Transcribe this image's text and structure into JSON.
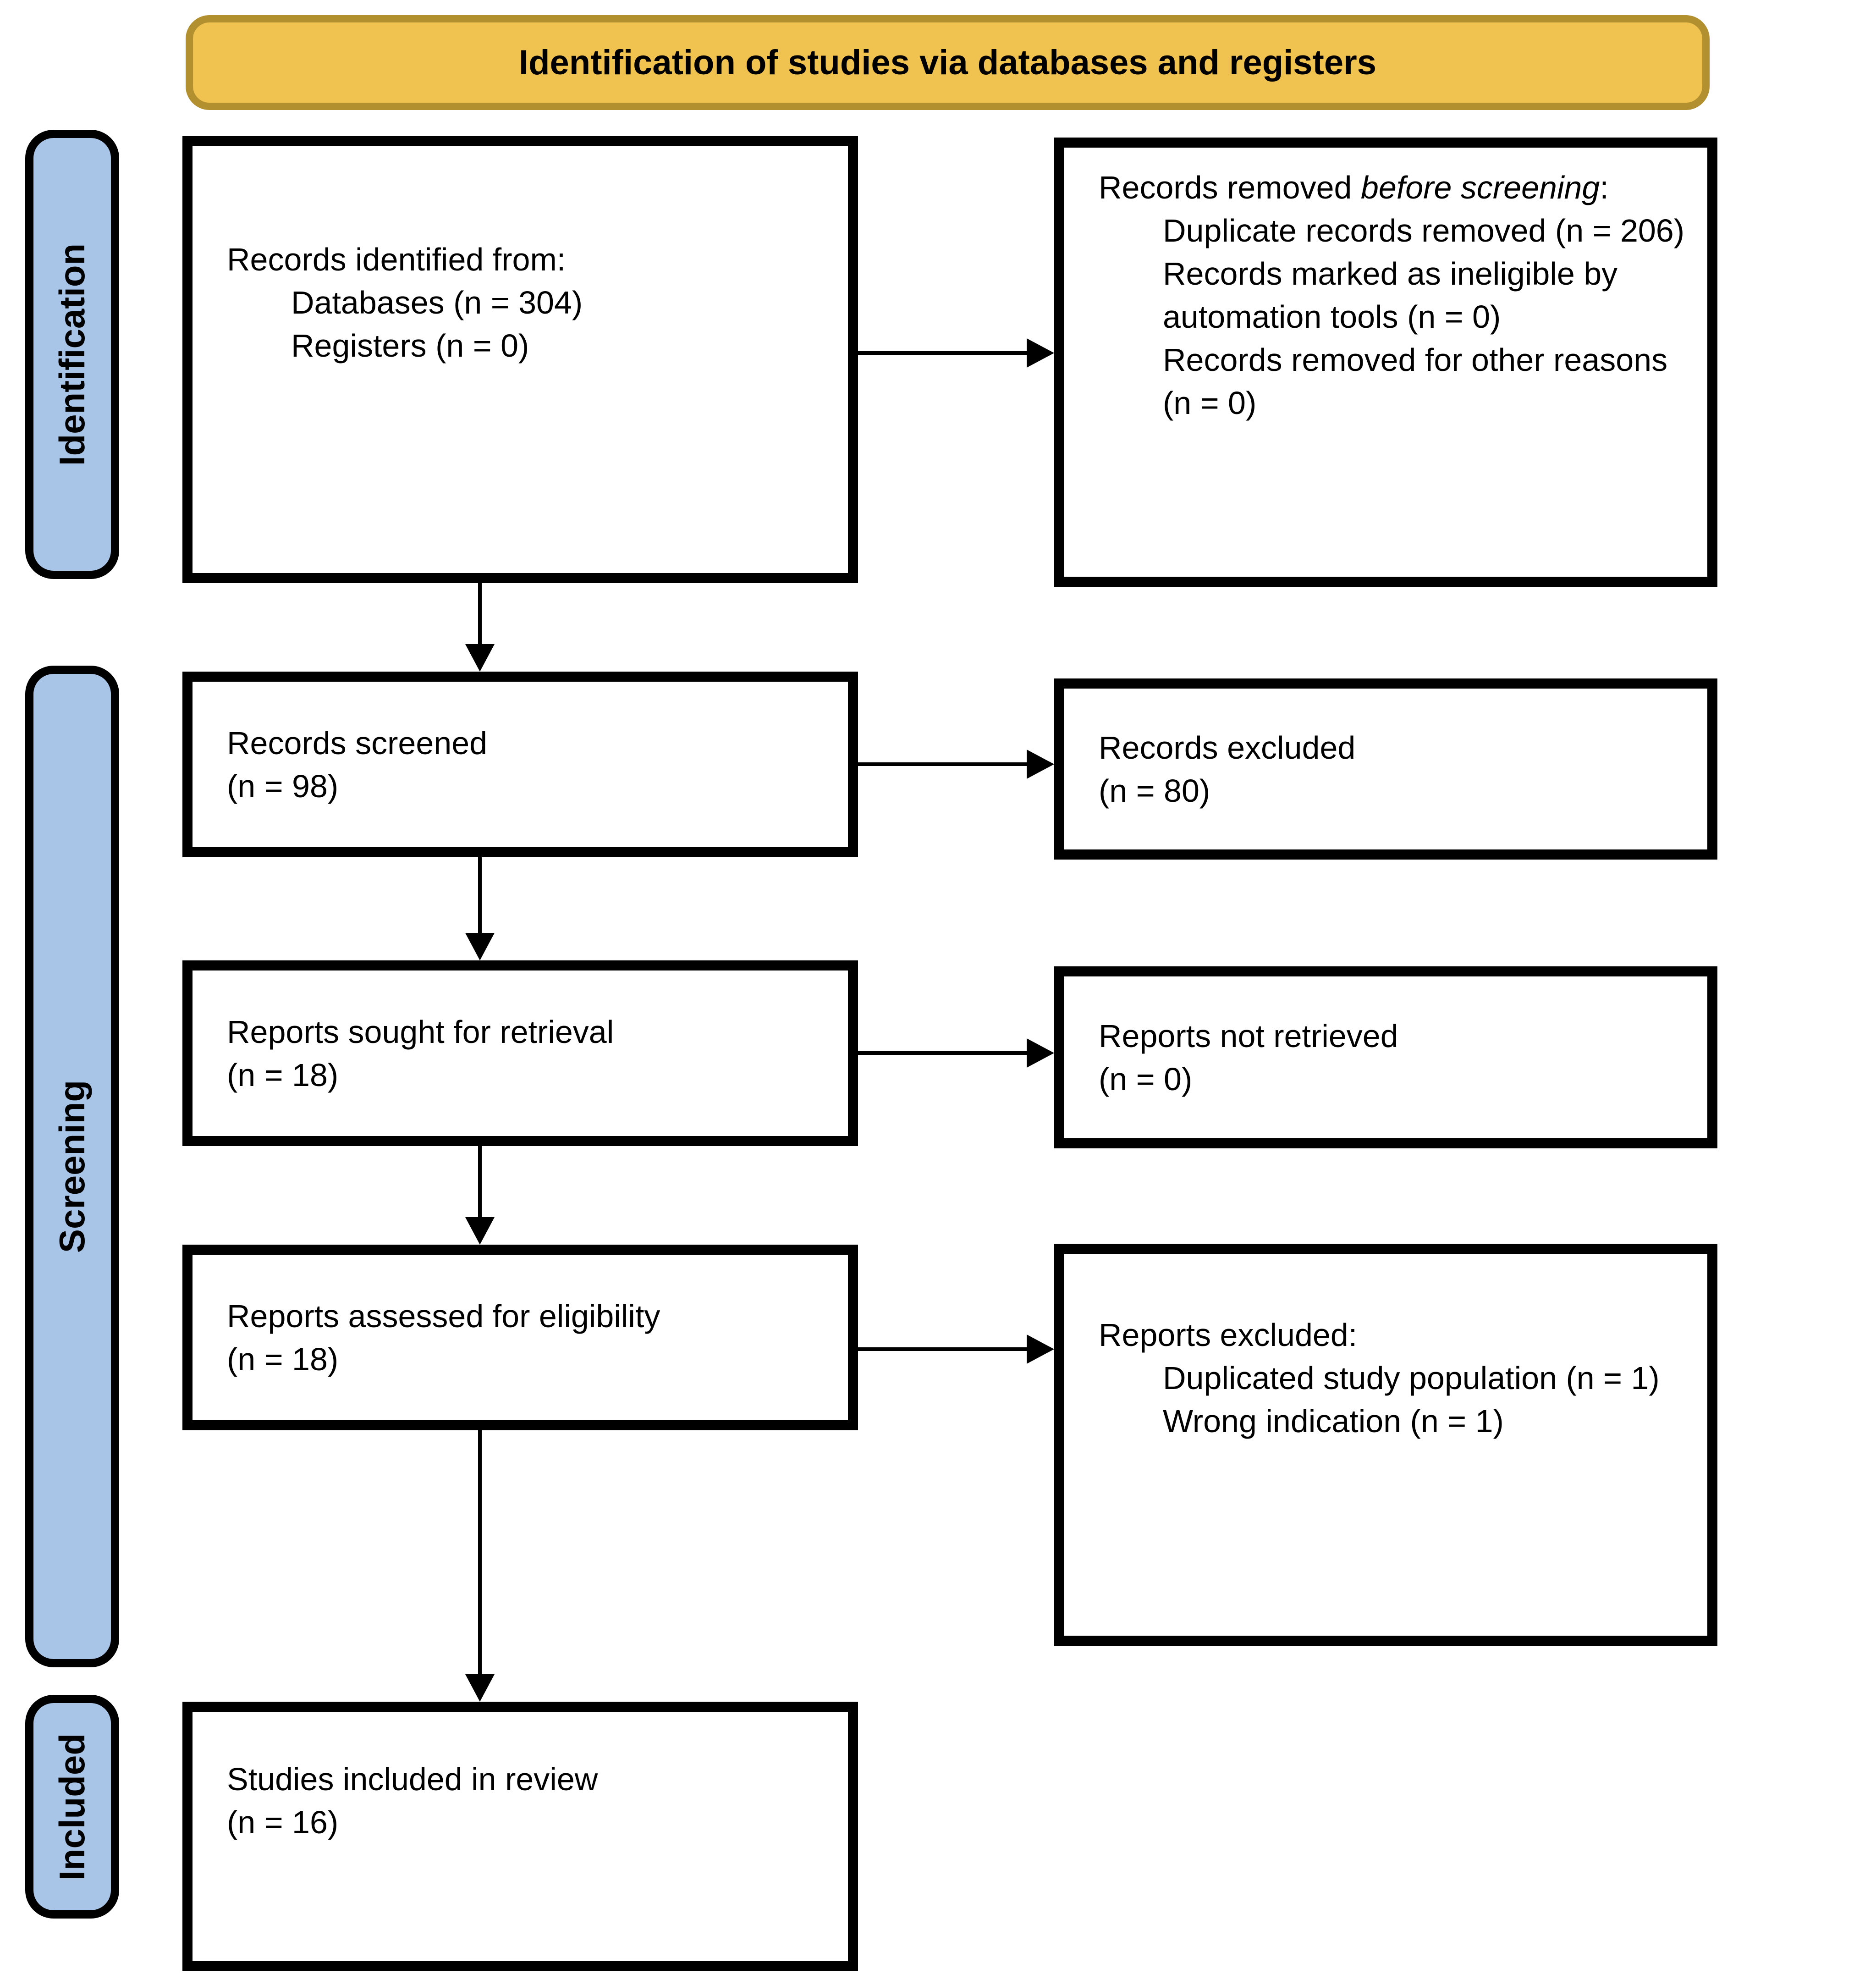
{
  "banner": {
    "title": "Identification of studies via databases and registers"
  },
  "sidebar": {
    "identification": "Identification",
    "screening": "Screening",
    "included": "Included"
  },
  "boxes": {
    "identified": {
      "title": "Records identified from:",
      "items": [
        "Databases (n = 304)",
        "Registers (n = 0)"
      ]
    },
    "removed": {
      "title_prefix": "Records removed ",
      "title_italic": "before screening",
      "title_suffix": ":",
      "items": [
        "Duplicate records removed (n = 206)",
        "Records marked as ineligible by automation tools (n = 0)",
        "Records removed for other reasons (n = 0)"
      ]
    },
    "screened": {
      "line1": "Records screened",
      "line2": "(n = 98)"
    },
    "records_excluded": {
      "line1": "Records excluded",
      "line2": "(n = 80)"
    },
    "sought": {
      "line1": "Reports sought for retrieval",
      "line2": "(n = 18)"
    },
    "not_retrieved": {
      "line1": "Reports not retrieved",
      "line2": "(n = 0)"
    },
    "assessed": {
      "line1": "Reports assessed for eligibility",
      "line2": "(n = 18)"
    },
    "reports_excluded": {
      "title": "Reports excluded:",
      "items": [
        "Duplicated study population (n = 1)",
        "Wrong indication (n = 1)"
      ]
    },
    "included_studies": {
      "line1": "Studies included in review",
      "line2": "(n = 16)"
    }
  },
  "colors": {
    "banner_fill": "#F0C24F",
    "banner_border": "#B3902F",
    "stage_fill": "#A8C4E6",
    "box_border": "#000000",
    "background": "#FFFFFF"
  }
}
